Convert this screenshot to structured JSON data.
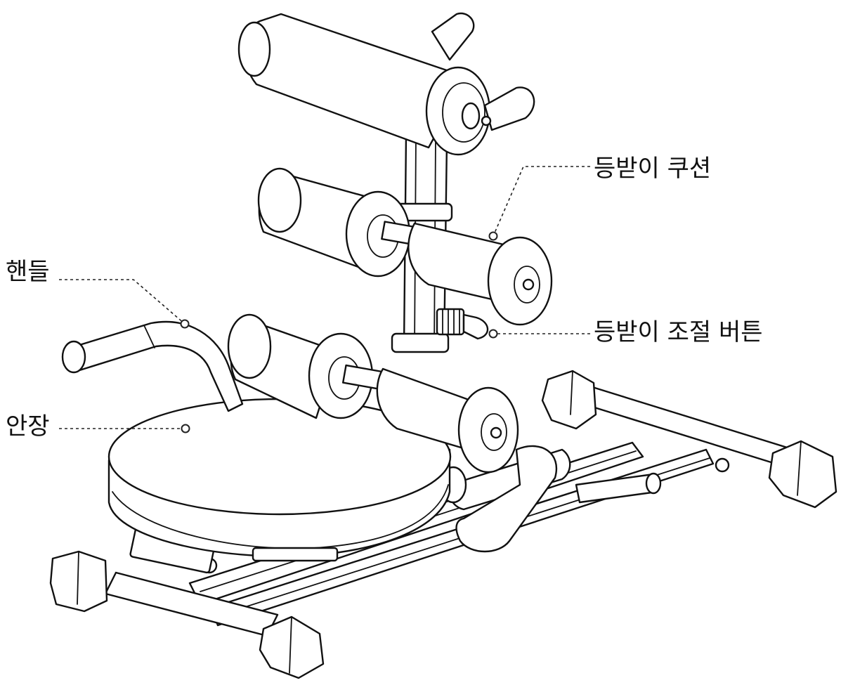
{
  "labels": {
    "handle": "핸들",
    "seat": "안장",
    "back_cushion": "등받이 쿠션",
    "back_adjust_button": "등받이 조절 버튼"
  },
  "colors": {
    "line": "#111111",
    "background": "#ffffff"
  }
}
